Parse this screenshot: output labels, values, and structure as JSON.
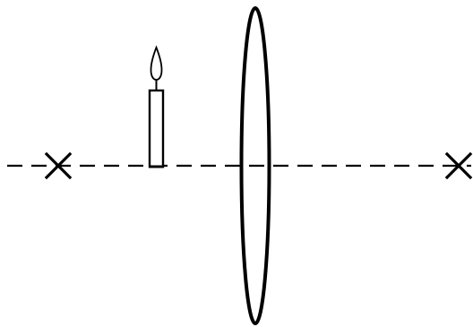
{
  "diagram": {
    "elements": [
      {
        "kind": "principal-axis",
        "style": "dashed"
      },
      {
        "kind": "focal-point-mark",
        "side": "left",
        "symbol": "cross"
      },
      {
        "kind": "candle-object",
        "side": "left",
        "orientation": "upright"
      },
      {
        "kind": "convex-lens",
        "shape": "biconvex"
      },
      {
        "kind": "focal-point-mark",
        "side": "right",
        "symbol": "cross"
      }
    ],
    "colors": {
      "stroke": "#000000",
      "background": "#ffffff"
    }
  }
}
